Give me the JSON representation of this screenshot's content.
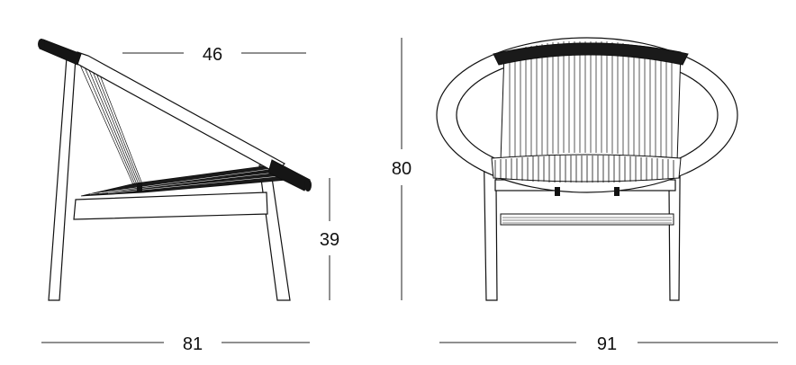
{
  "side_view": {
    "top_width_label": "46",
    "seat_height_label": "39",
    "depth_label": "81"
  },
  "front_view": {
    "height_label": "80",
    "width_label": "91"
  }
}
